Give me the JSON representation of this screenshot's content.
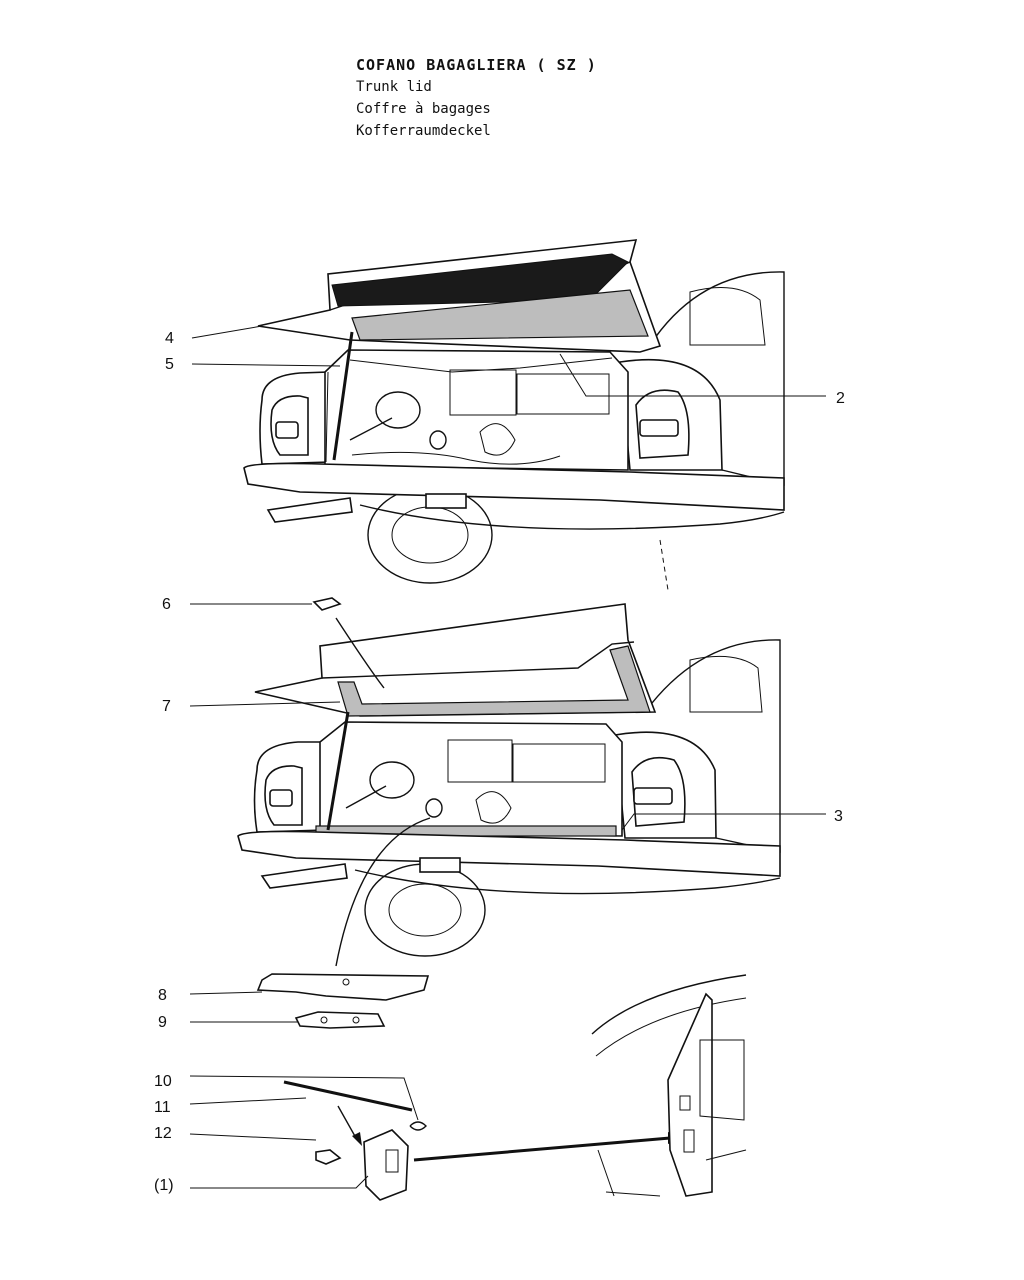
{
  "header": {
    "title": "COFANO BAGAGLIERA ( SZ )",
    "subtitle_en": "Trunk lid",
    "subtitle_fr": "Coffre à bagages",
    "subtitle_de": "Kofferraumdeckel"
  },
  "callouts": {
    "c1": "4",
    "c2": "5",
    "c3": "2",
    "c4": "6",
    "c5": "7",
    "c6": "3",
    "c7": "8",
    "c8": "9",
    "c9": "10",
    "c10": "11",
    "c11": "12",
    "c12": "(1)"
  }
}
